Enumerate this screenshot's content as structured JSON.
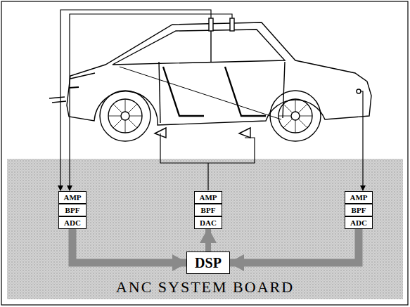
{
  "diagram": {
    "nodes": [
      {
        "text": [
          "ANC SYSTEM BOARD"
        ]
      },
      {
        "text": [
          "AMP"
        ],
        "in": 0
      },
      {
        "text": [
          "BPF"
        ],
        "in": 0
      },
      {
        "text": [
          "ADC"
        ],
        "in": 0
      },
      {
        "text": [
          "AMP"
        ],
        "in": 0
      },
      {
        "text": [
          "BPF"
        ],
        "in": 0
      },
      {
        "text": [
          "DAC"
        ],
        "in": 0
      },
      {
        "text": [
          "AMP"
        ],
        "in": 0
      },
      {
        "text": [
          "BPF"
        ],
        "in": 0
      },
      {
        "text": [
          "ADC"
        ],
        "in": 0
      },
      {
        "text": [
          "DSP"
        ],
        "in": 0
      }
    ],
    "edges": [
      {
        "from": 3,
        "to": 10,
        "arrow": "to"
      },
      {
        "from": 9,
        "to": 10,
        "arrow": "to"
      },
      {
        "from": 10,
        "to": 6,
        "arrow": "to"
      }
    ]
  }
}
